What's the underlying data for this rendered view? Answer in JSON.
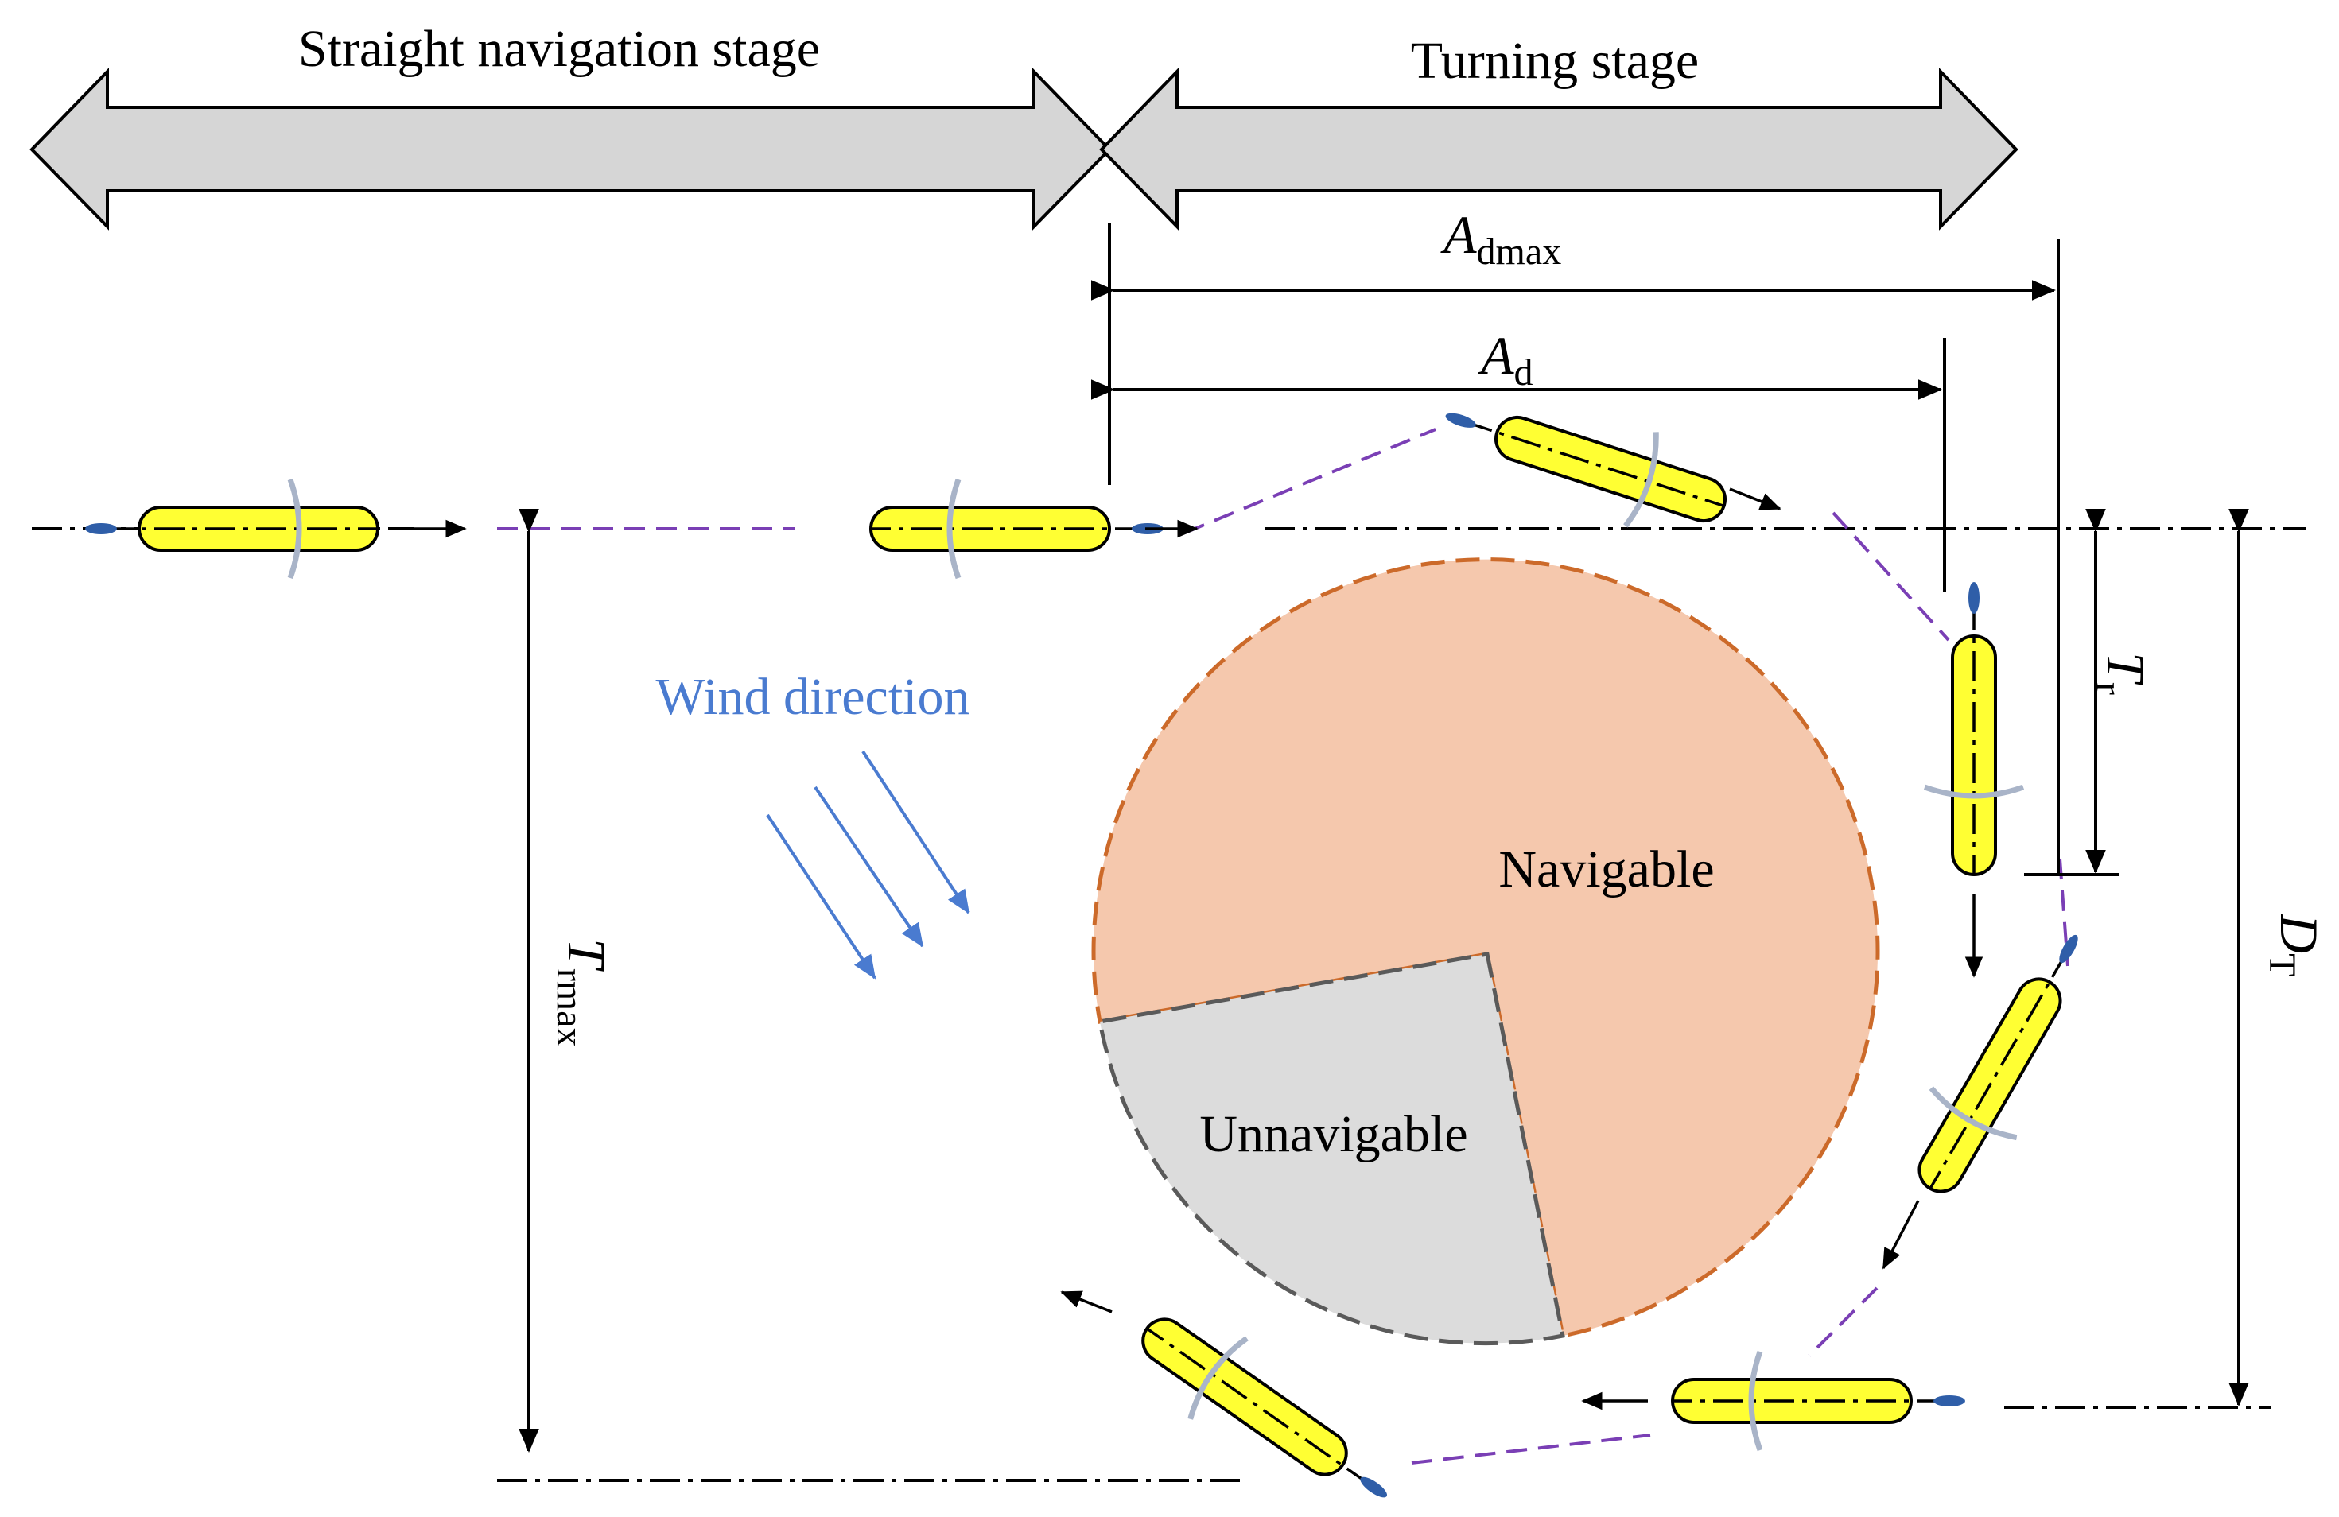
{
  "stages": {
    "straight": "Straight navigation stage",
    "turning": "Turning stage"
  },
  "regions": {
    "navigable": "Navigable",
    "unnavigable": "Unnavigable"
  },
  "wind": {
    "label": "Wind direction"
  },
  "dimensions": {
    "a_dmax": {
      "symbol": "A",
      "sub": "dmax"
    },
    "a_d": {
      "symbol": "A",
      "sub": "d"
    },
    "t_r": {
      "symbol": "T",
      "sub": "r"
    },
    "t_rmax": {
      "symbol": "T",
      "sub": "rmax"
    },
    "d_t": {
      "symbol": "D",
      "sub": "T"
    }
  },
  "colors": {
    "stage_arrow_fill": "#d6d6d6",
    "navigable_fill": "#f5c8ad",
    "navigable_stroke": "#cc6a2a",
    "unnavigable_fill": "#dcdcdc",
    "unnavigable_stroke": "#5a5a5a",
    "boat_hull": "#ffff33",
    "boat_rudder": "#2f5ea8",
    "boat_sail": "#a9b4c8",
    "path_dashed": "#7a3fb5",
    "wind_text": "#4a7bd0",
    "wind_arrows": "#4a7bd0"
  }
}
